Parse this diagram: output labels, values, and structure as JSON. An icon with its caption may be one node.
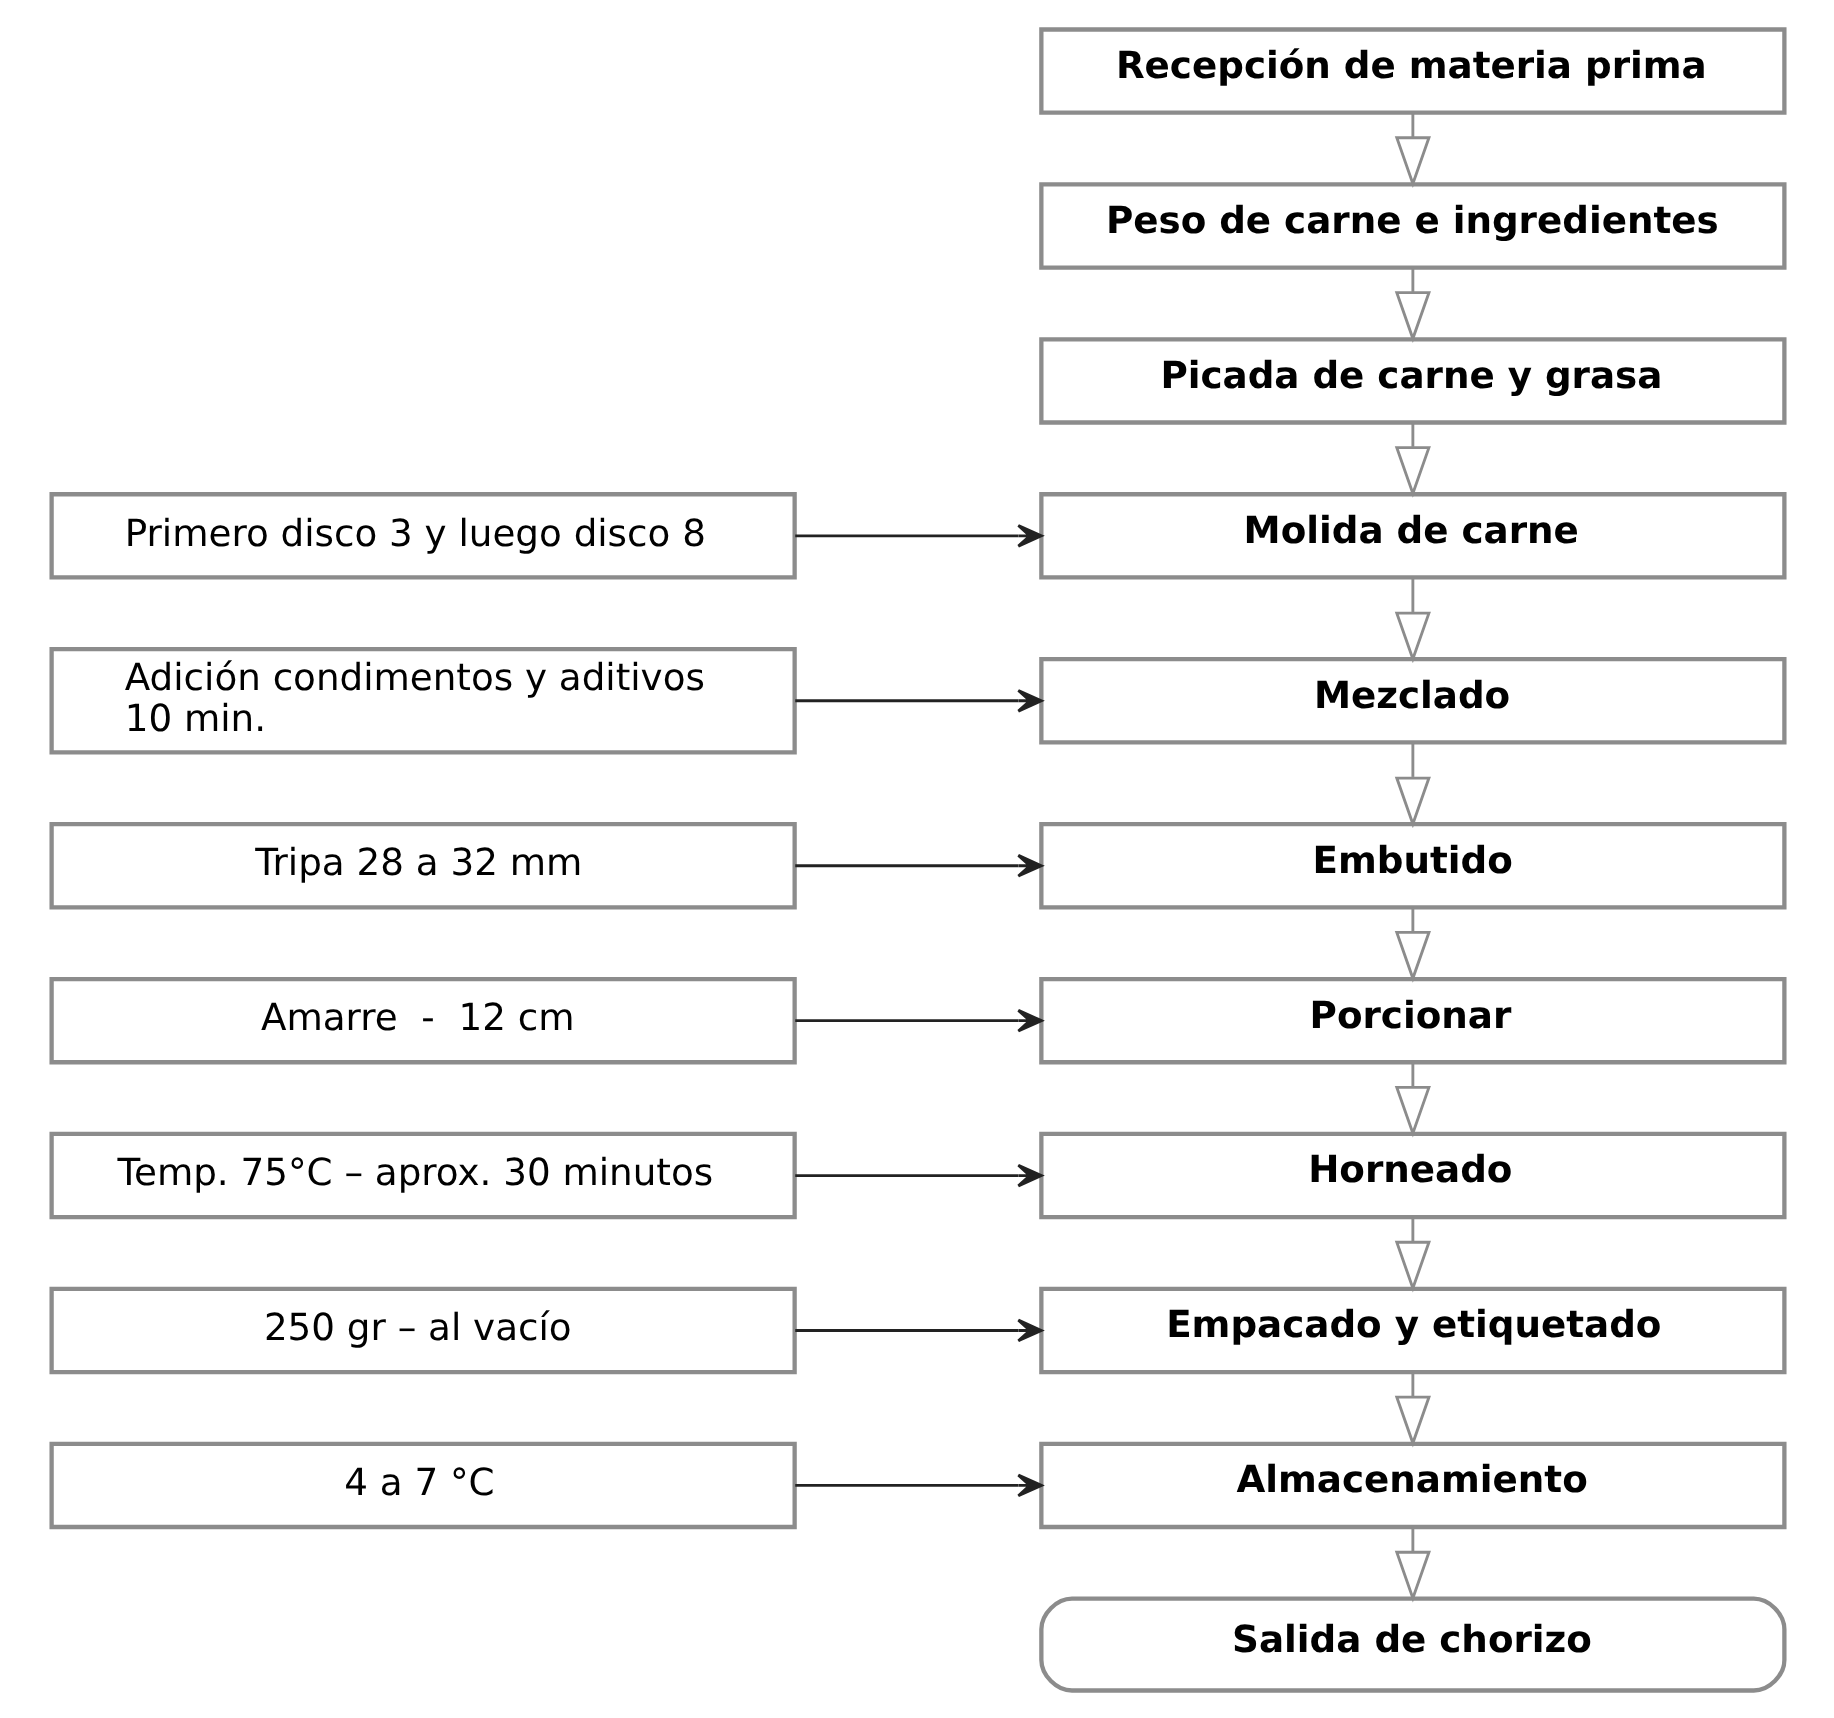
{
  "diagram": {
    "nodes": [
      {
        "text": [
          "Recepción de materia prima"
        ]
      },
      {
        "text": [
          "Peso de carne e ingredientes"
        ]
      },
      {
        "text": [
          "Picada de carne y grasa"
        ]
      },
      {
        "text": [
          "Molida de carne"
        ]
      },
      {
        "text": [
          "Mezclado"
        ]
      },
      {
        "text": [
          "Embutido"
        ]
      },
      {
        "text": [
          "Porcionar"
        ]
      },
      {
        "text": [
          "Horneado"
        ]
      },
      {
        "text": [
          "Empacado y etiquetado"
        ]
      },
      {
        "text": [
          "Almacenamiento"
        ]
      },
      {
        "text": [
          "Salida de chorizo"
        ]
      },
      {
        "text": [
          "Primero disco 3 y luego disco 8"
        ]
      },
      {
        "text": [
          "Adición condimentos y aditivos 10 min."
        ]
      },
      {
        "text": [
          "Tripa 28 a 32 mm"
        ]
      },
      {
        "text": [
          "Amarre  -  12 cm"
        ]
      },
      {
        "text": [
          "Temp. 75°C – aprox. 30 minutos"
        ]
      },
      {
        "text": [
          "250 gr – al vacío"
        ]
      },
      {
        "text": [
          "4 a 7 °C"
        ]
      }
    ],
    "edges": [
      {
        "from": 0,
        "to": 1,
        "arrow": "to"
      },
      {
        "from": 1,
        "to": 2,
        "arrow": "to"
      },
      {
        "from": 2,
        "to": 3,
        "arrow": "to"
      },
      {
        "from": 3,
        "to": 4,
        "arrow": "to"
      },
      {
        "from": 4,
        "to": 5,
        "arrow": "to"
      },
      {
        "from": 5,
        "to": 6,
        "arrow": "to"
      },
      {
        "from": 6,
        "to": 7,
        "arrow": "to"
      },
      {
        "from": 7,
        "to": 8,
        "arrow": "to"
      },
      {
        "from": 8,
        "to": 9,
        "arrow": "to"
      },
      {
        "from": 9,
        "to": 10,
        "arrow": "to"
      },
      {
        "from": 11,
        "to": 3,
        "arrow": "to",
        "color": "#222222"
      },
      {
        "from": 12,
        "to": 4,
        "arrow": "to",
        "color": "#222222"
      },
      {
        "from": 13,
        "to": 5,
        "arrow": "to",
        "color": "#222222"
      },
      {
        "from": 14,
        "to": 6,
        "arrow": "to",
        "color": "#222222"
      },
      {
        "from": 15,
        "to": 7,
        "arrow": "to",
        "color": "#222222"
      },
      {
        "from": 16,
        "to": 8,
        "arrow": "to",
        "color": "#222222"
      },
      {
        "from": 17,
        "to": 9,
        "arrow": "to",
        "color": "#222222"
      }
    ]
  }
}
